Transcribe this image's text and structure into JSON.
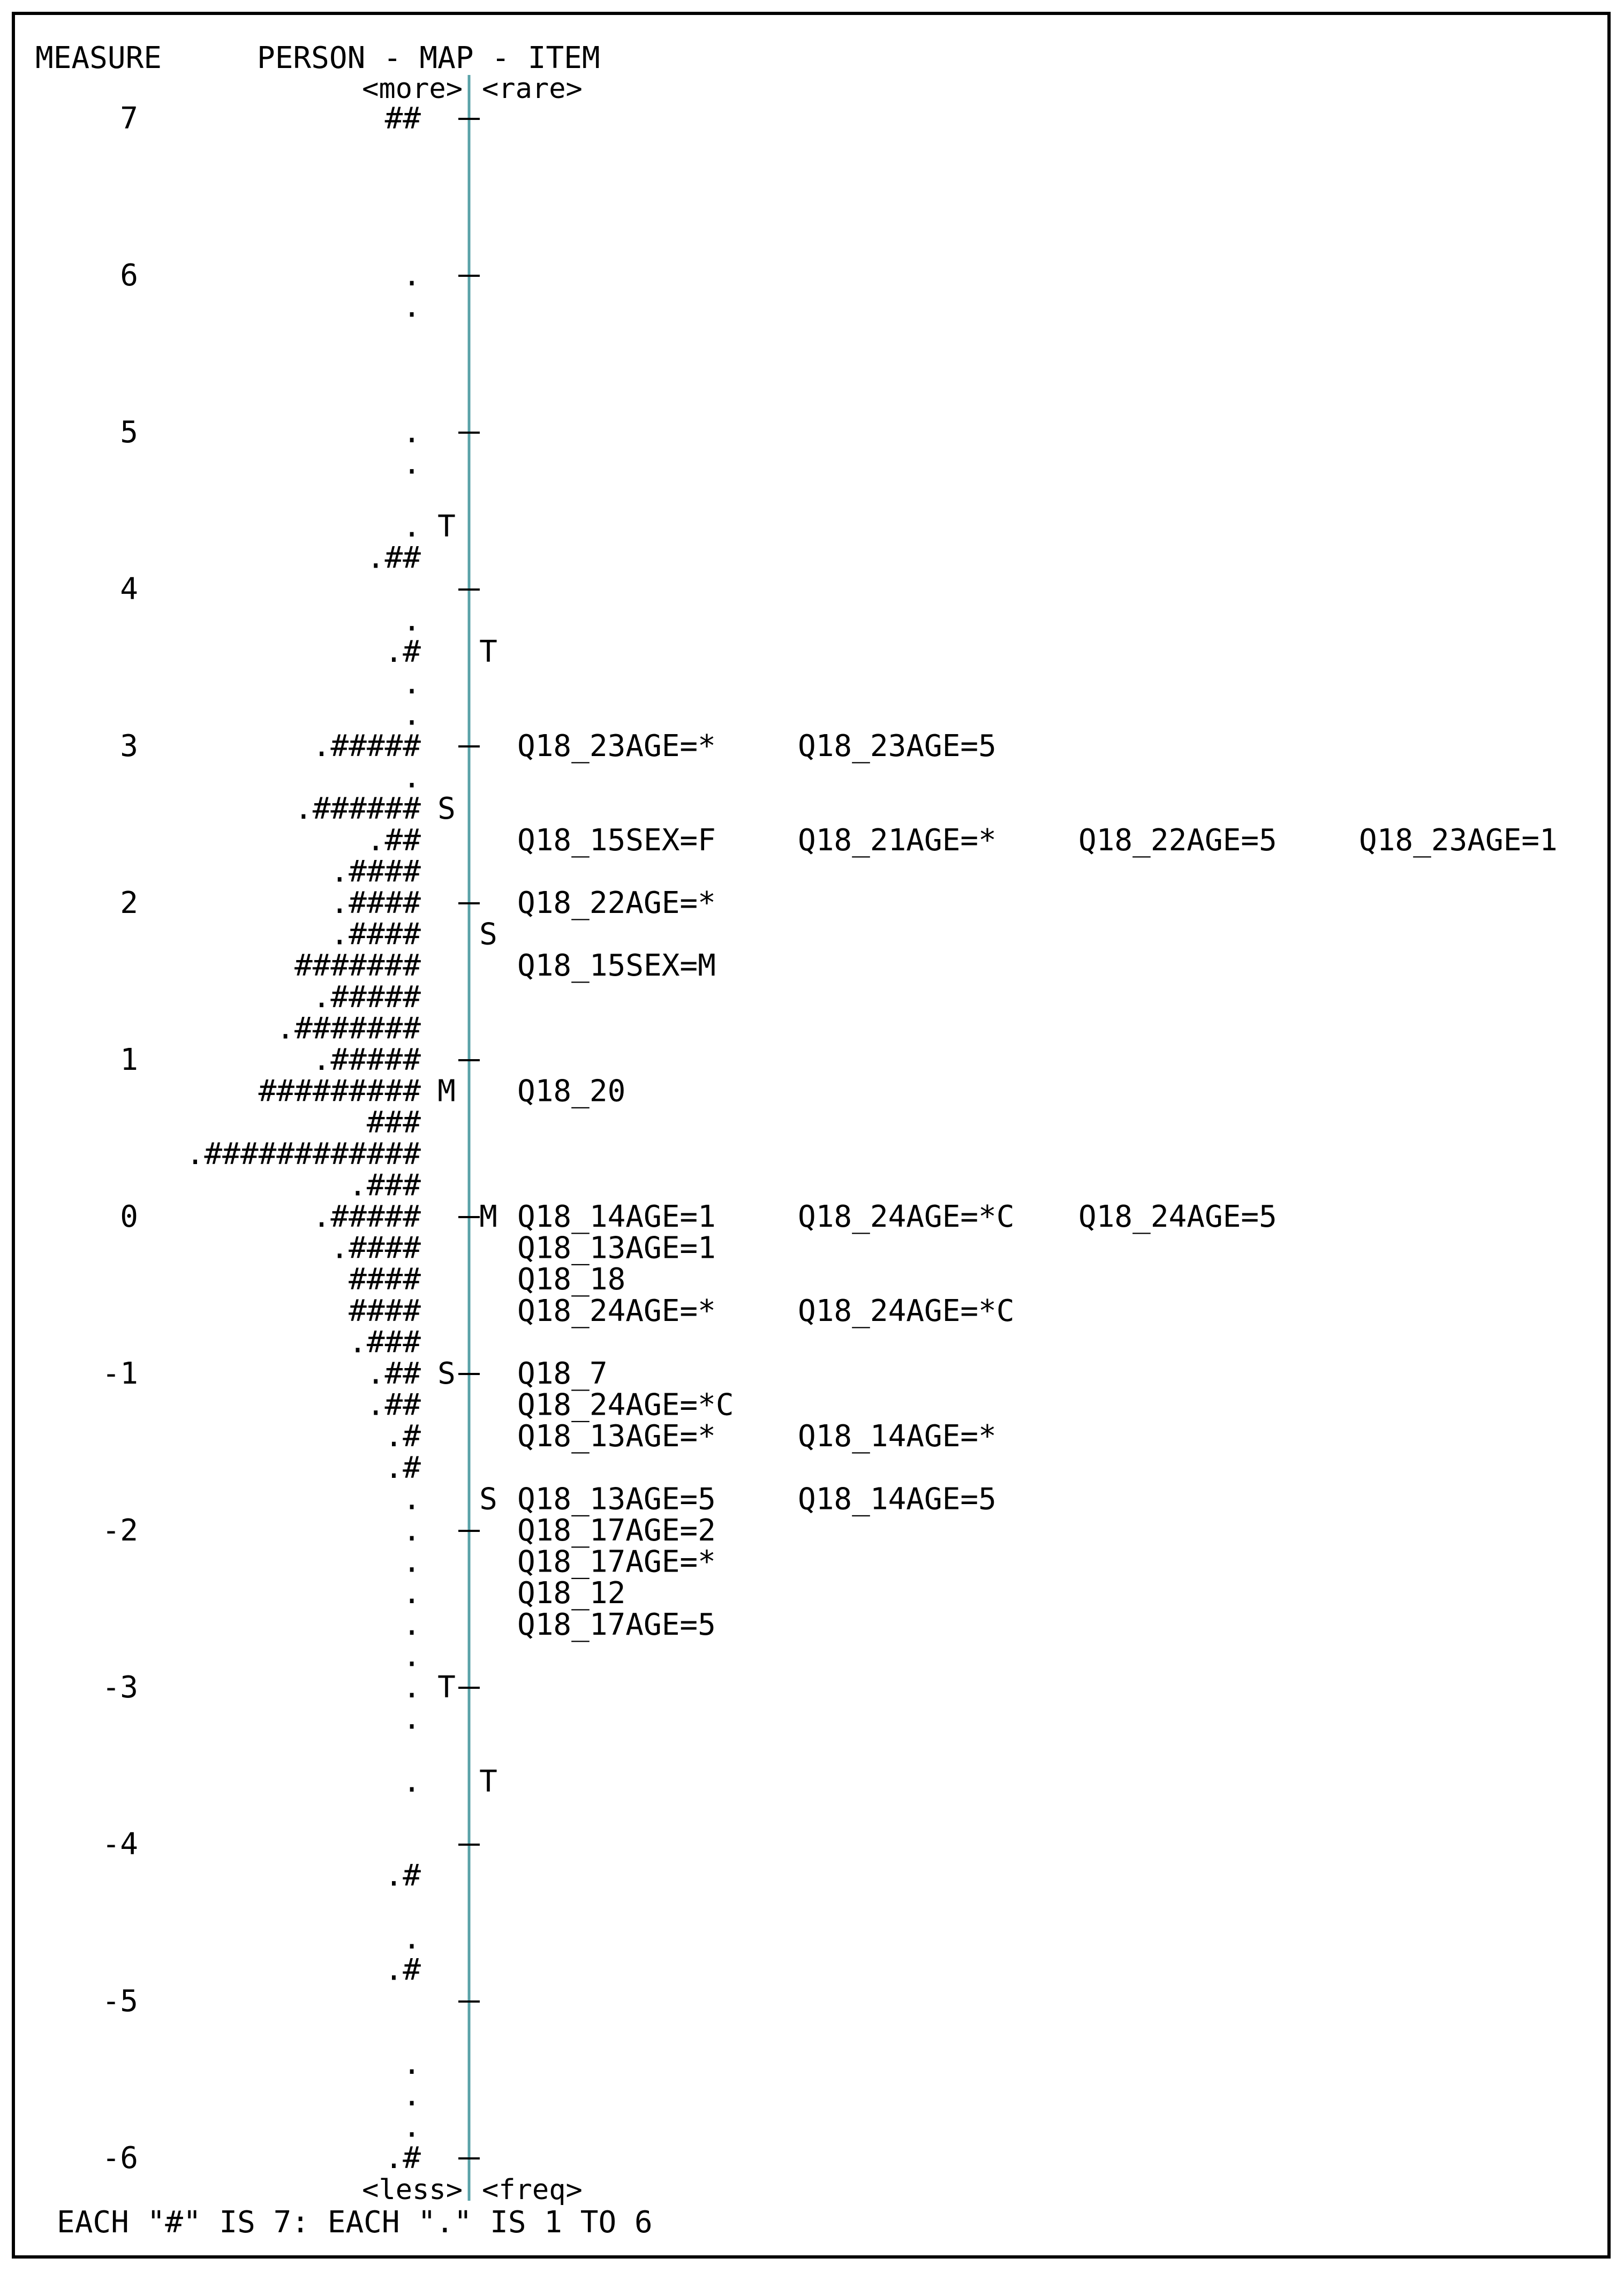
{
  "chart_data": {
    "type": "wright-map",
    "header": {
      "measure": "MEASURE",
      "title": "PERSON - MAP - ITEM",
      "more": "<more>",
      "rare": "<rare>",
      "less": "<less>",
      "freq": "<freq>"
    },
    "footer": "EACH \"#\" IS 7: EACH \".\" IS 1 TO 6",
    "axis": {
      "ticks": [
        7,
        6,
        5,
        4,
        3,
        2,
        1,
        0,
        -1,
        -2,
        -3,
        -4,
        -5,
        -6
      ],
      "ylim": [
        -6,
        7
      ],
      "step": 0.2
    },
    "colors": {
      "axis_line": "#5aa2a8",
      "text": "#000000",
      "frame": "#000000"
    },
    "persons": [
      {
        "y": 7.0,
        "text": "##"
      },
      {
        "y": 6.0,
        "text": "."
      },
      {
        "y": 5.8,
        "text": "."
      },
      {
        "y": 5.0,
        "text": "."
      },
      {
        "y": 4.8,
        "text": "."
      },
      {
        "y": 4.4,
        "text": "."
      },
      {
        "y": 4.2,
        "text": ".##"
      },
      {
        "y": 3.8,
        "text": "."
      },
      {
        "y": 3.6,
        "text": ".#"
      },
      {
        "y": 3.4,
        "text": "."
      },
      {
        "y": 3.2,
        "text": "."
      },
      {
        "y": 3.0,
        "text": ".#####"
      },
      {
        "y": 2.8,
        "text": "."
      },
      {
        "y": 2.6,
        "text": ".######"
      },
      {
        "y": 2.4,
        "text": ".##"
      },
      {
        "y": 2.2,
        "text": ".####"
      },
      {
        "y": 2.0,
        "text": ".####"
      },
      {
        "y": 1.8,
        "text": ".####"
      },
      {
        "y": 1.6,
        "text": "#######"
      },
      {
        "y": 1.4,
        "text": ".#####"
      },
      {
        "y": 1.2,
        "text": ".#######"
      },
      {
        "y": 1.0,
        "text": ".#####"
      },
      {
        "y": 0.8,
        "text": "#########"
      },
      {
        "y": 0.6,
        "text": "###"
      },
      {
        "y": 0.4,
        "text": ".############"
      },
      {
        "y": 0.2,
        "text": ".###"
      },
      {
        "y": 0.0,
        "text": ".#####"
      },
      {
        "y": -0.2,
        "text": ".####"
      },
      {
        "y": -0.4,
        "text": "####"
      },
      {
        "y": -0.6,
        "text": "####"
      },
      {
        "y": -0.8,
        "text": ".###"
      },
      {
        "y": -1.0,
        "text": ".##"
      },
      {
        "y": -1.2,
        "text": ".##"
      },
      {
        "y": -1.4,
        "text": ".#"
      },
      {
        "y": -1.6,
        "text": ".#"
      },
      {
        "y": -1.8,
        "text": "."
      },
      {
        "y": -2.0,
        "text": "."
      },
      {
        "y": -2.2,
        "text": "."
      },
      {
        "y": -2.4,
        "text": "."
      },
      {
        "y": -2.6,
        "text": "."
      },
      {
        "y": -2.8,
        "text": "."
      },
      {
        "y": -3.0,
        "text": "."
      },
      {
        "y": -3.2,
        "text": "."
      },
      {
        "y": -3.6,
        "text": "."
      },
      {
        "y": -4.2,
        "text": ".#"
      },
      {
        "y": -4.6,
        "text": "."
      },
      {
        "y": -4.8,
        "text": ".#"
      },
      {
        "y": -5.4,
        "text": "."
      },
      {
        "y": -5.6,
        "text": "."
      },
      {
        "y": -5.8,
        "text": "."
      },
      {
        "y": -6.0,
        "text": ".#"
      }
    ],
    "person_markers": [
      {
        "y": 4.4,
        "label": "T"
      },
      {
        "y": 2.6,
        "label": "S"
      },
      {
        "y": 0.8,
        "label": "M"
      },
      {
        "y": -1.0,
        "label": "S"
      },
      {
        "y": -3.0,
        "label": "T"
      }
    ],
    "item_markers": [
      {
        "y": 3.6,
        "label": "T"
      },
      {
        "y": 1.8,
        "label": "S"
      },
      {
        "y": 0.0,
        "label": "M"
      },
      {
        "y": -1.8,
        "label": "S"
      },
      {
        "y": -3.6,
        "label": "T"
      }
    ],
    "items": [
      {
        "y": 3.0,
        "labels": [
          "Q18_23AGE=*",
          "Q18_23AGE=5"
        ]
      },
      {
        "y": 2.4,
        "labels": [
          "Q18_15SEX=F",
          "Q18_21AGE=*",
          "Q18_22AGE=5",
          "Q18_23AGE=1"
        ]
      },
      {
        "y": 2.0,
        "labels": [
          "Q18_22AGE=*"
        ]
      },
      {
        "y": 1.6,
        "labels": [
          "Q18_15SEX=M"
        ]
      },
      {
        "y": 0.8,
        "labels": [
          "Q18_20"
        ]
      },
      {
        "y": 0.0,
        "labels": [
          "Q18_14AGE=1",
          "Q18_24AGE=*C",
          "Q18_24AGE=5"
        ]
      },
      {
        "y": -0.2,
        "labels": [
          "Q18_13AGE=1"
        ]
      },
      {
        "y": -0.4,
        "labels": [
          "Q18_18"
        ]
      },
      {
        "y": -0.6,
        "labels": [
          "Q18_24AGE=*",
          "Q18_24AGE=*C"
        ]
      },
      {
        "y": -1.0,
        "labels": [
          "Q18_7"
        ]
      },
      {
        "y": -1.2,
        "labels": [
          "Q18_24AGE=*C"
        ]
      },
      {
        "y": -1.4,
        "labels": [
          "Q18_13AGE=*",
          "Q18_14AGE=*"
        ]
      },
      {
        "y": -1.8,
        "labels": [
          "Q18_13AGE=5",
          "Q18_14AGE=5"
        ]
      },
      {
        "y": -2.0,
        "labels": [
          "Q18_17AGE=2"
        ]
      },
      {
        "y": -2.2,
        "labels": [
          "Q18_17AGE=*"
        ]
      },
      {
        "y": -2.4,
        "labels": [
          "Q18_12"
        ]
      },
      {
        "y": -2.6,
        "labels": [
          "Q18_17AGE=5"
        ]
      }
    ]
  }
}
